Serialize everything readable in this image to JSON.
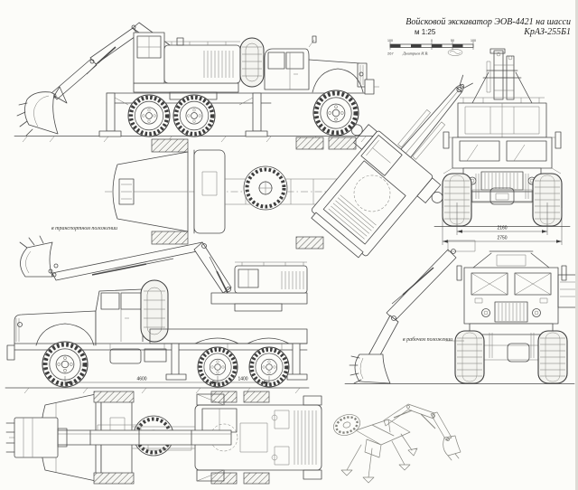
{
  "title_block": {
    "title": "Войсковой экскаватор ЭОВ-4421 на шасси КрАЗ-255Б1",
    "scale_label": "м 1:25",
    "bar": {
      "n0": "100",
      "n1": "0",
      "n2": "50",
      "n3": "100"
    },
    "note": "267",
    "author": "Дмитриев И.В."
  },
  "labels": {
    "transport_position": "в транспортном положении",
    "working_position": "в рабочем положении"
  },
  "dimensions": {
    "front": {
      "track": "2160",
      "overall_width": "2750"
    },
    "side": {
      "wheelbase": "4600",
      "bogie_base": "1400"
    }
  }
}
